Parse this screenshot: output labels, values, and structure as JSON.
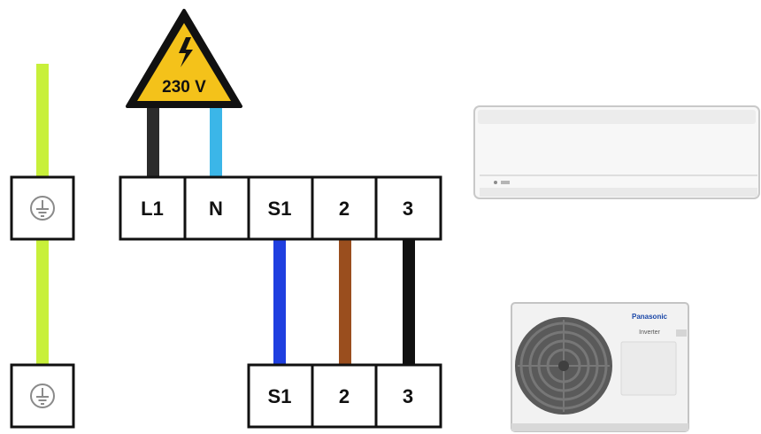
{
  "warning": {
    "label": "230 V",
    "icon": "high-voltage-warning-icon"
  },
  "indoor_terminals": [
    "L1",
    "N",
    "S1",
    "2",
    "3"
  ],
  "outdoor_terminals": [
    "S1",
    "2",
    "3"
  ],
  "ground_icon": "earth-ground-icon",
  "outdoor_unit": {
    "brand": "Panasonic",
    "model": "Inverter"
  },
  "colors": {
    "earth_wire": "#c8f03a",
    "live_wire": "#2b2b2b",
    "neutral_wire": "#3bb6e8",
    "s1_wire": "#1f3fe0",
    "wire_2": "#9a4e1e",
    "wire_3": "#111111",
    "warning_fill": "#f4c21a"
  }
}
